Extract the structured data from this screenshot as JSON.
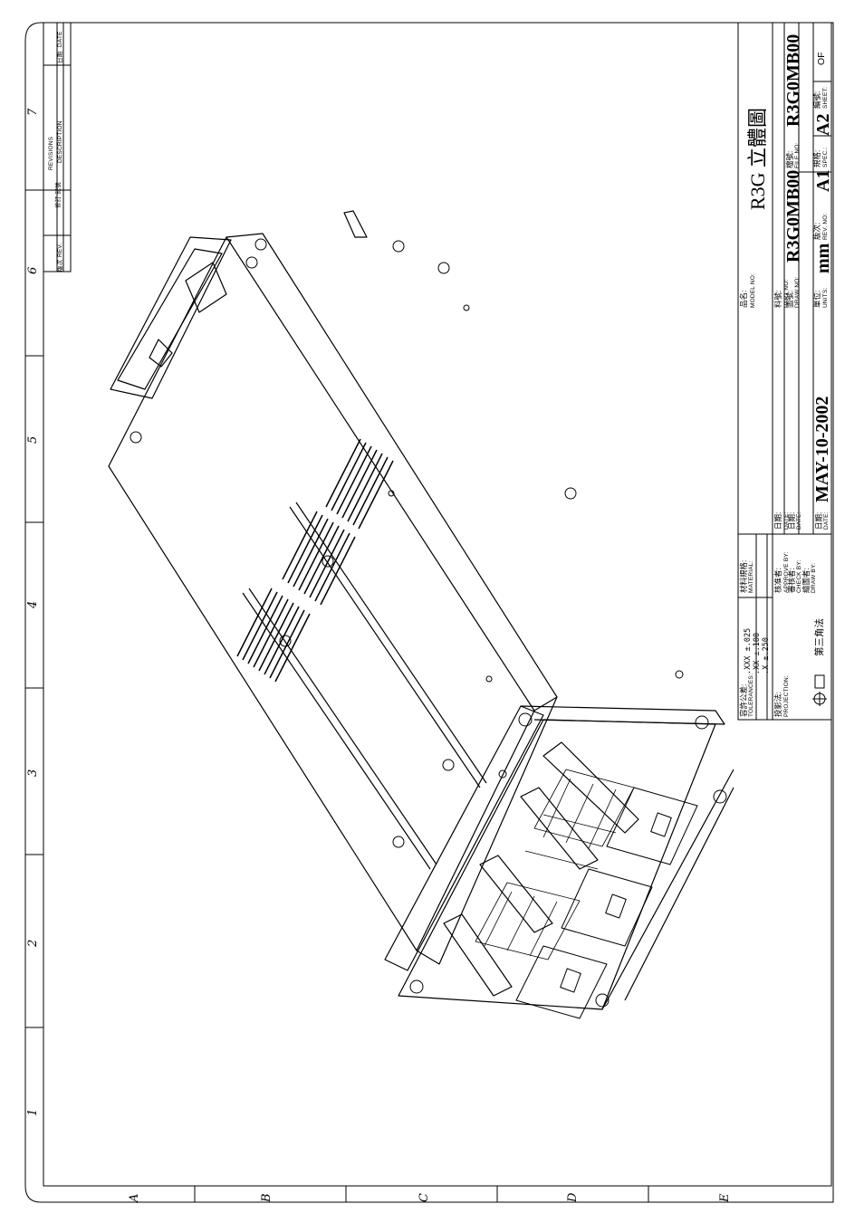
{
  "zones_top": [
    "7",
    "6",
    "5",
    "4",
    "3",
    "2",
    "1"
  ],
  "zones_side": [
    "A",
    "B",
    "C",
    "D",
    "E"
  ],
  "revisions": {
    "header": "REVISIONS",
    "rev_zh": "版次",
    "rev_en": "REV.",
    "mark_zh": "修訂 記號",
    "desc_en": "DESCRIPTION",
    "date_zh": "日期",
    "date_en": "DATE"
  },
  "tolerances": {
    "label_zh": "容許公差:",
    "label_en": "TOLERANCES:",
    "xxx": ".XXX  ±.025",
    "xx": ".XX   ±.100",
    "x": ".X    ±.250"
  },
  "projection": {
    "label_zh": "投影法:",
    "label_en": "PROJECTION:",
    "method": "第三角法"
  },
  "material": {
    "label_zh": "材料規格:",
    "label_en": "MATERIAL:"
  },
  "approve": {
    "label_zh": "核准者:",
    "label_en": "APPROVE  BY:",
    "date_zh": "日期:",
    "date_en": "DATE:"
  },
  "check": {
    "label_zh": "審核者:",
    "label_en": "CHECK  BY:",
    "date_zh": "日期:",
    "date_en": "DATE:"
  },
  "draw": {
    "label_zh": "繪圖者:",
    "label_en": "DRAW  BY:",
    "date_zh": "日期:",
    "date_en": "DATE:",
    "date_value": "MAY-10-2002"
  },
  "model": {
    "label_zh": "品名:",
    "label_en": "MODEL  NO:",
    "value": "R3G  立體圖"
  },
  "part": {
    "label_zh": "料號:",
    "label_en": "PART  NO:"
  },
  "drawing_no": {
    "label_zh": "圖號:",
    "label_en": "DRAW  NO:",
    "value": "R3G0MB00"
  },
  "file_no": {
    "label_zh": "檔號:",
    "label_en": "FILE  NO:",
    "value": "R3G0MB00"
  },
  "units": {
    "label_zh": "單位:",
    "label_en": "UNITS:",
    "value": "mm"
  },
  "rev_no": {
    "label_zh": "版次:",
    "label_en": "REV.  NO:",
    "value": "A1"
  },
  "spec": {
    "label_zh": "規格:",
    "label_en": "SPEC.:",
    "value": "A2"
  },
  "sheet": {
    "label_zh": "編號:",
    "label_en": "SHEET:",
    "value": "OF"
  },
  "colors": {
    "ink": "#000000",
    "paper": "#ffffff"
  }
}
